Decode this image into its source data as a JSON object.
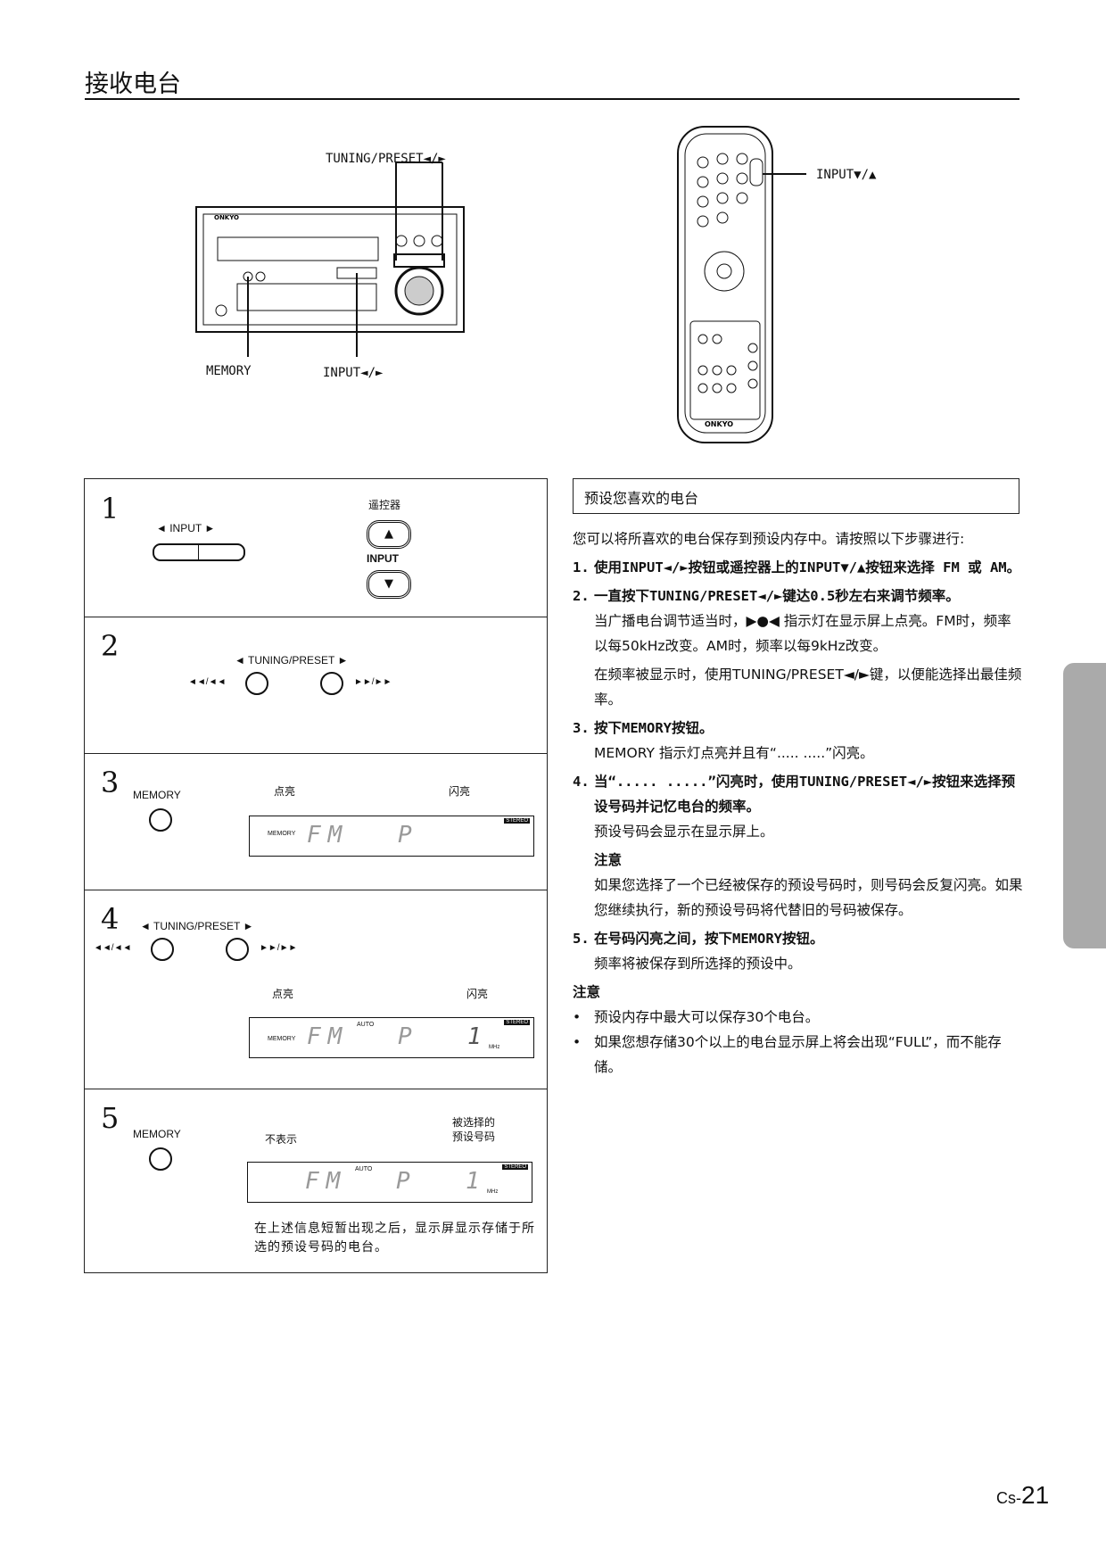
{
  "title": "接收电台",
  "diagram": {
    "tuning_preset": "TUNING/PRESET◄/►",
    "memory": "MEMORY",
    "input_lr": "INPUT◄/►",
    "input_du": "INPUT▼/▲",
    "brand": "ONKYO"
  },
  "steps": [
    {
      "num": "1",
      "input_label": "◄  INPUT  ►",
      "remote_label": "遥控器",
      "remote_input": "INPUT",
      "up": "▲",
      "down": "▼"
    },
    {
      "num": "2",
      "tp_label": "◄ TUNING/PRESET ►",
      "rew": "◄◄/◄◄",
      "ff": "►►/►►"
    },
    {
      "num": "3",
      "memory": "MEMORY",
      "lit": "点亮",
      "blink": "闪亮",
      "disp_memory": "MEMORY",
      "disp_mode": "FM",
      "disp_p": "P",
      "stereo": "STEREO"
    },
    {
      "num": "4",
      "tp_label": "◄ TUNING/PRESET ►",
      "rew": "◄◄/◄◄",
      "ff": "►►/►►",
      "lit": "点亮",
      "blink": "闪亮",
      "disp_memory": "MEMORY",
      "auto": "AUTO",
      "disp_mode": "FM",
      "disp_p": "P",
      "disp_num": "1",
      "stereo": "STEREO",
      "mhz": "MHz"
    },
    {
      "num": "5",
      "memory": "MEMORY",
      "none": "不表示",
      "selected": "被选择的\n预设号码",
      "auto": "AUTO",
      "disp_mode": "FM",
      "disp_p": "P",
      "disp_num": "1",
      "stereo": "STEREO",
      "mhz": "MHz",
      "note": "在上述信息短暂出现之后，显示屏显示存储于所选的预设号码的电台。"
    }
  ],
  "section": {
    "heading": "预设您喜欢的电台",
    "intro": "您可以将所喜欢的电台保存到预设内存中。请按照以下步骤进行:",
    "items": [
      {
        "n": "1.",
        "bold": "使用INPUT◄/►按钮或遥控器上的INPUT▼/▲按钮来选择 FM 或 AM。"
      },
      {
        "n": "2.",
        "bold": "一直按下TUNING/PRESET◄/►键达0.5秒左右来调节频率。",
        "p1": "当广播电台调节适当时，▶●◀ 指示灯在显示屏上点亮。FM时，频率以每50kHz改变。AM时，频率以每9kHz改变。",
        "p2": "在频率被显示时，使用TUNING/PRESET◄/►键，以便能选择出最佳频率。"
      },
      {
        "n": "3.",
        "bold": "按下MEMORY按钮。",
        "p1": "MEMORY 指示灯点亮并且有“..... .....”闪亮。"
      },
      {
        "n": "4.",
        "bold": "当“..... .....”闪亮时，使用TUNING/PRESET◄/►按钮来选择预设号码并记忆电台的频率。",
        "p1": "预设号码会显示在显示屏上。",
        "note_h": "注意",
        "note": "如果您选择了一个已经被保存的预设号码时，则号码会反复闪亮。如果您继续执行，新的预设号码将代替旧的号码被保存。"
      },
      {
        "n": "5.",
        "bold": "在号码闪亮之间，按下MEMORY按钮。",
        "p1": "频率将被保存到所选择的预设中。"
      }
    ],
    "note_h": "注意",
    "bullets": [
      "预设内存中最大可以保存30个电台。",
      "如果您想存储30个以上的电台显示屏上将会出现“FULL”，而不能存储。"
    ]
  },
  "page": {
    "prefix": "Cs-",
    "num": "21"
  }
}
